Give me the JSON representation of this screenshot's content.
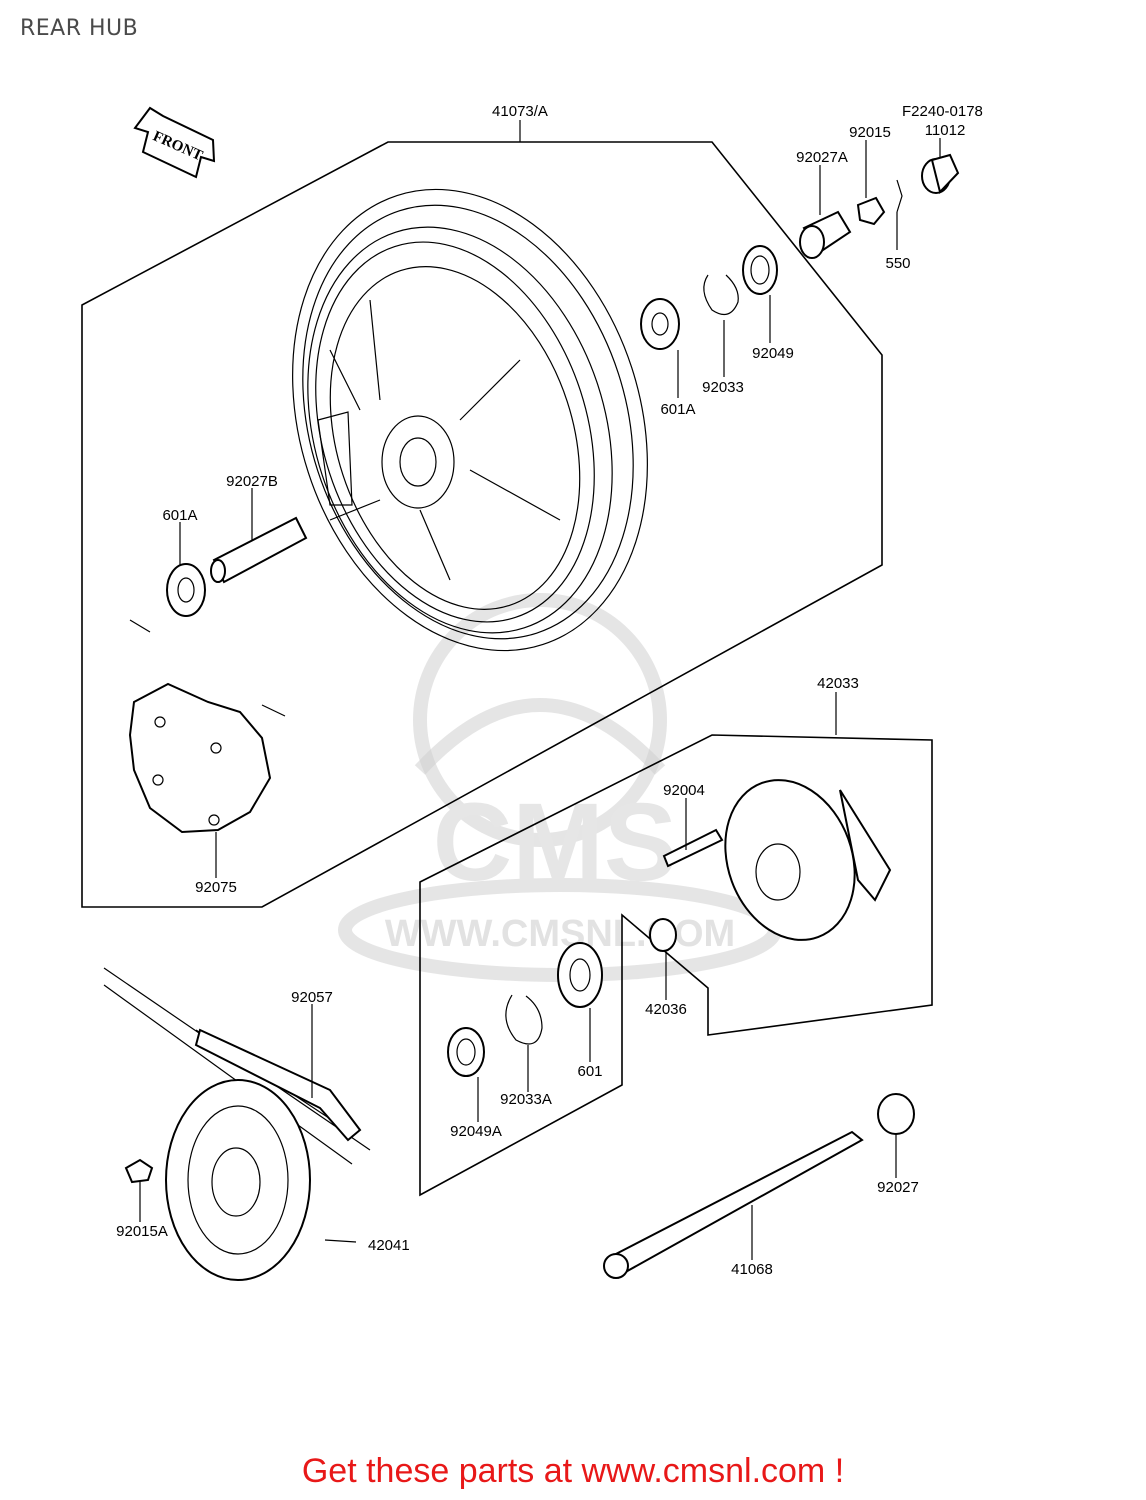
{
  "header": {
    "title": "REAR HUB"
  },
  "diagram": {
    "figure_code": "F2240-0178",
    "front_arrow_label": "FRONT",
    "watermark_text": "WWW.CMSNL.COM",
    "watermark_logo_text": "CMS",
    "part_labels": {
      "p41073A": "41073/A",
      "p92015": "92015",
      "p11012": "11012",
      "p92027A": "92027A",
      "p550": "550",
      "p92049": "92049",
      "p92033": "92033",
      "p601A_top": "601A",
      "p92027B": "92027B",
      "p601A_left": "601A",
      "p92075": "92075",
      "p42033": "42033",
      "p92004": "92004",
      "p42036": "42036",
      "p601": "601",
      "p92033A": "92033A",
      "p92049A": "92049A",
      "p92057": "92057",
      "p92015A": "92015A",
      "p42041": "42041",
      "p92027": "92027",
      "p41068": "41068"
    }
  },
  "footer": {
    "text": "Get these parts at www.cmsnl.com !"
  },
  "colors": {
    "footer_text": "#e81818",
    "line": "#000000",
    "watermark": "#d0d0d0"
  }
}
